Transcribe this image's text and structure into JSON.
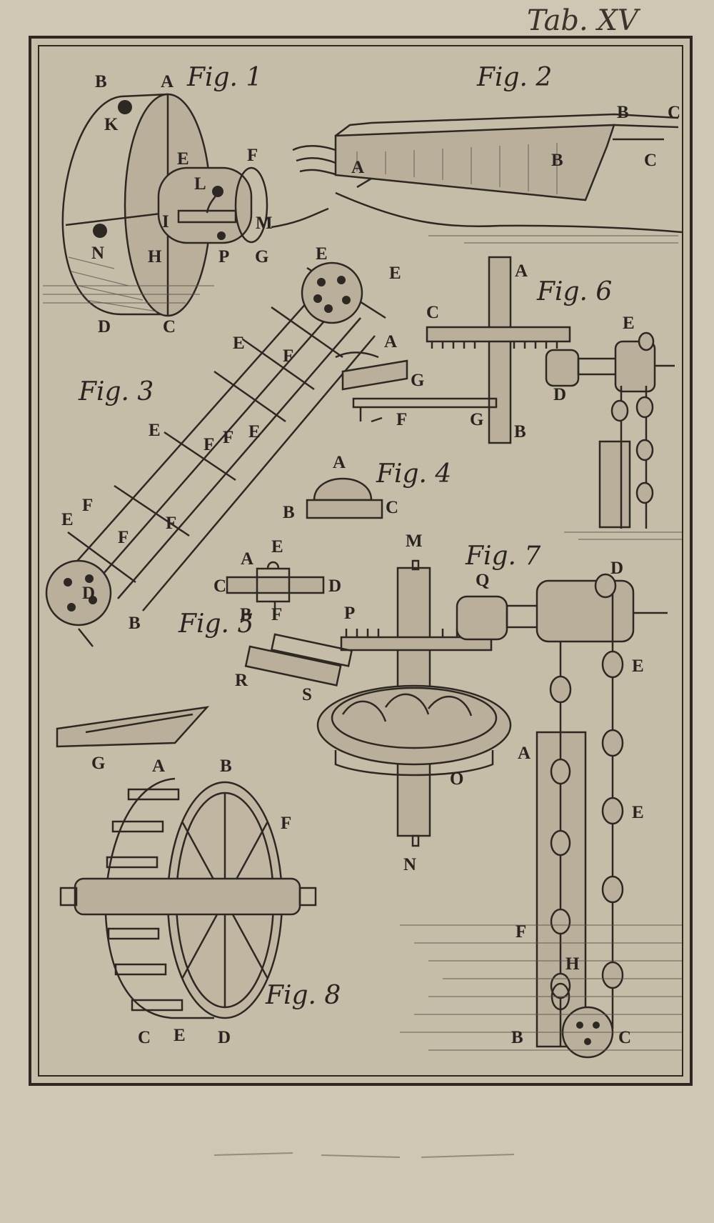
{
  "plate": {
    "title": "Tab. XV",
    "colors": {
      "paper": "#cfc6b3",
      "ink": "#2e2823",
      "shade": "#b9af9b"
    }
  },
  "figures": {
    "fig1": {
      "title": "Fig. 1",
      "labels": [
        "B",
        "A",
        "K",
        "E",
        "F",
        "L",
        "I",
        "M",
        "N",
        "H",
        "P",
        "G",
        "D",
        "C"
      ]
    },
    "fig2": {
      "title": "Fig. 2",
      "labels": [
        "B",
        "C",
        "A",
        "B",
        "C"
      ]
    },
    "fig3": {
      "title": "Fig. 3",
      "labels": [
        "E",
        "E",
        "E",
        "F",
        "F",
        "E",
        "F",
        "E",
        "F",
        "E",
        "F",
        "F",
        "D",
        "B",
        "A",
        "G"
      ]
    },
    "fig4": {
      "title": "Fig. 4",
      "labels": [
        "A",
        "B",
        "C"
      ]
    },
    "fig5": {
      "title": "Fig. 5",
      "labels": [
        "A",
        "E",
        "C",
        "D",
        "B",
        "F"
      ]
    },
    "fig6": {
      "title": "Fig. 6",
      "labels": [
        "A",
        "C",
        "E",
        "D",
        "G",
        "F",
        "B"
      ]
    },
    "fig7": {
      "title": "Fig. 7",
      "labels": [
        "M",
        "Q",
        "D",
        "P",
        "E",
        "R",
        "S",
        "A",
        "O",
        "E",
        "N",
        "F",
        "H",
        "B",
        "C"
      ]
    },
    "fig8": {
      "title": "Fig. 8",
      "labels": [
        "G",
        "A",
        "B",
        "F",
        "C",
        "E",
        "D"
      ]
    }
  }
}
